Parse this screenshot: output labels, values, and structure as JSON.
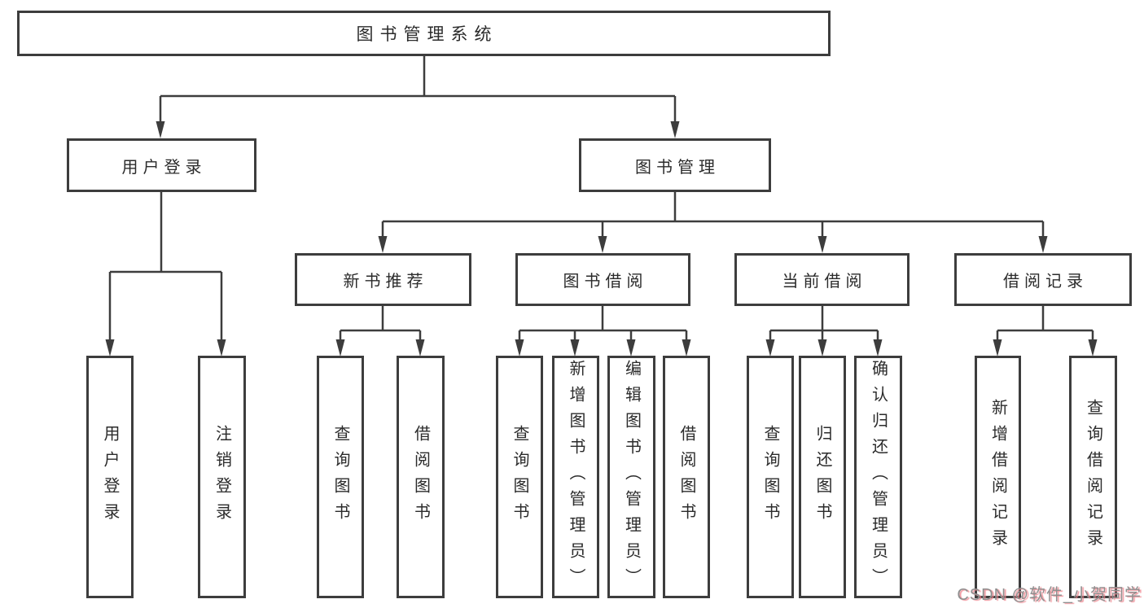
{
  "tree": {
    "root": {
      "label": "图书管理系统"
    },
    "level2": [
      {
        "label": "用户登录",
        "children": [
          {
            "label": "用户登录"
          },
          {
            "label": "注销登录"
          }
        ]
      },
      {
        "label": "图书管理",
        "children": [
          {
            "label": "新书推荐",
            "children": [
              {
                "label": "查询图书"
              },
              {
                "label": "借阅图书"
              }
            ]
          },
          {
            "label": "图书借阅",
            "children": [
              {
                "label": "查询图书"
              },
              {
                "label": "新增图书（管理员）"
              },
              {
                "label": "编辑图书（管理员）"
              },
              {
                "label": "借阅图书"
              }
            ]
          },
          {
            "label": "当前借阅",
            "children": [
              {
                "label": "查询图书"
              },
              {
                "label": "归还图书"
              },
              {
                "label": "确认归还（管理员）"
              }
            ]
          },
          {
            "label": "借阅记录",
            "children": [
              {
                "label": "新增借阅记录"
              },
              {
                "label": "查询借阅记录"
              }
            ]
          }
        ]
      }
    ]
  },
  "watermark": {
    "text": "CSDN @软件_小贺同学"
  },
  "colors": {
    "background": "#ffffff",
    "line": "#3d3d3d",
    "text": "#2b2b2b",
    "watermark_gray": "#8f8f8f",
    "watermark_pink": "#ee828c"
  }
}
